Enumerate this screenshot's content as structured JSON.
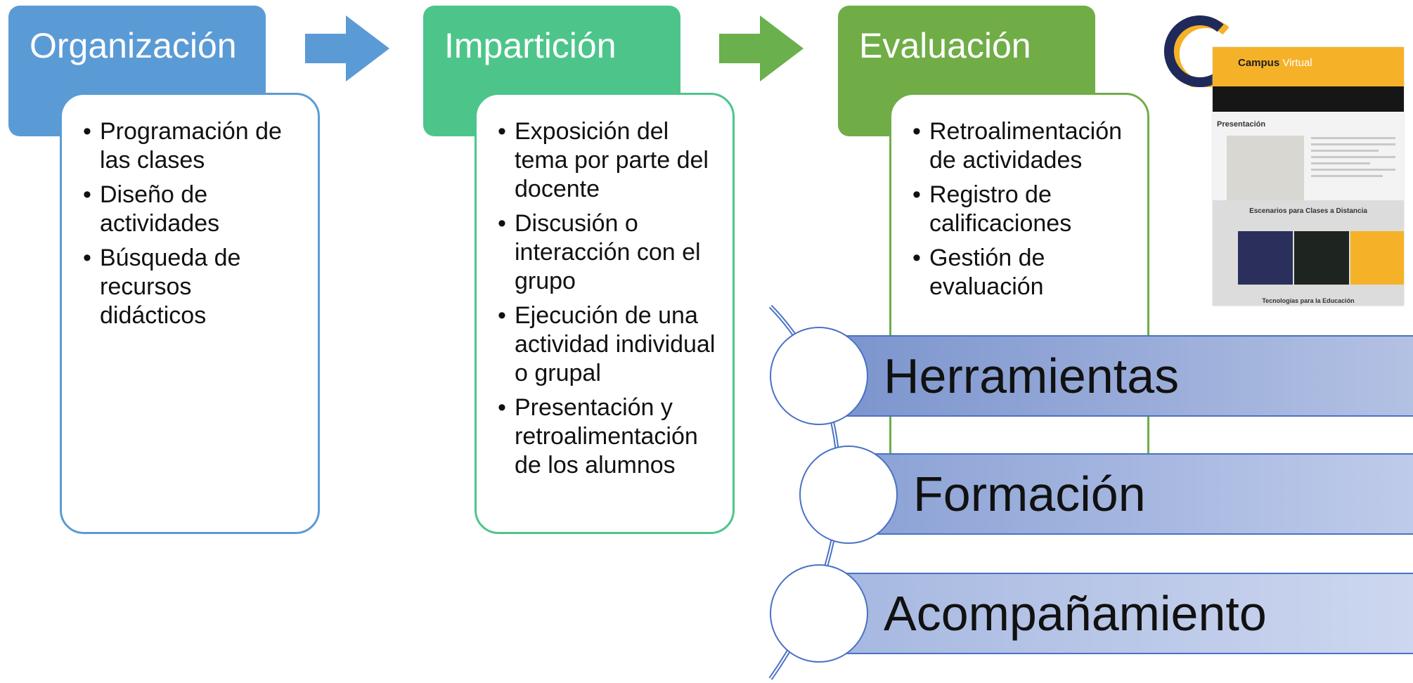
{
  "stages": [
    {
      "title": "Organización",
      "color": "#5b9bd5",
      "items": [
        "Programación de las clases",
        "Diseño de actividades",
        "Búsqueda de recursos didácticos"
      ]
    },
    {
      "title": "Impartición",
      "color": "#4dc58a",
      "items": [
        "Exposición del tema por parte del docente",
        "Discusión o interacción con el grupo",
        "Ejecución de una actividad individual o grupal",
        "Presentación y retroalimentación de los alumnos"
      ]
    },
    {
      "title": "Evaluación",
      "color": "#70ad47",
      "items": [
        "Retroalimentación de actividades",
        "Registro de calificaciones",
        "Gestión de evaluación"
      ]
    }
  ],
  "tools": [
    "Herramientas",
    "Formación",
    "Acompañamiento"
  ],
  "campus": {
    "brand": "Campus",
    "brand_suffix": "Virtual",
    "section_title": "Presentación",
    "scenarios_title": "Escenarios para Clases a Distancia",
    "footer_title": "Tecnologías para la Educación"
  }
}
